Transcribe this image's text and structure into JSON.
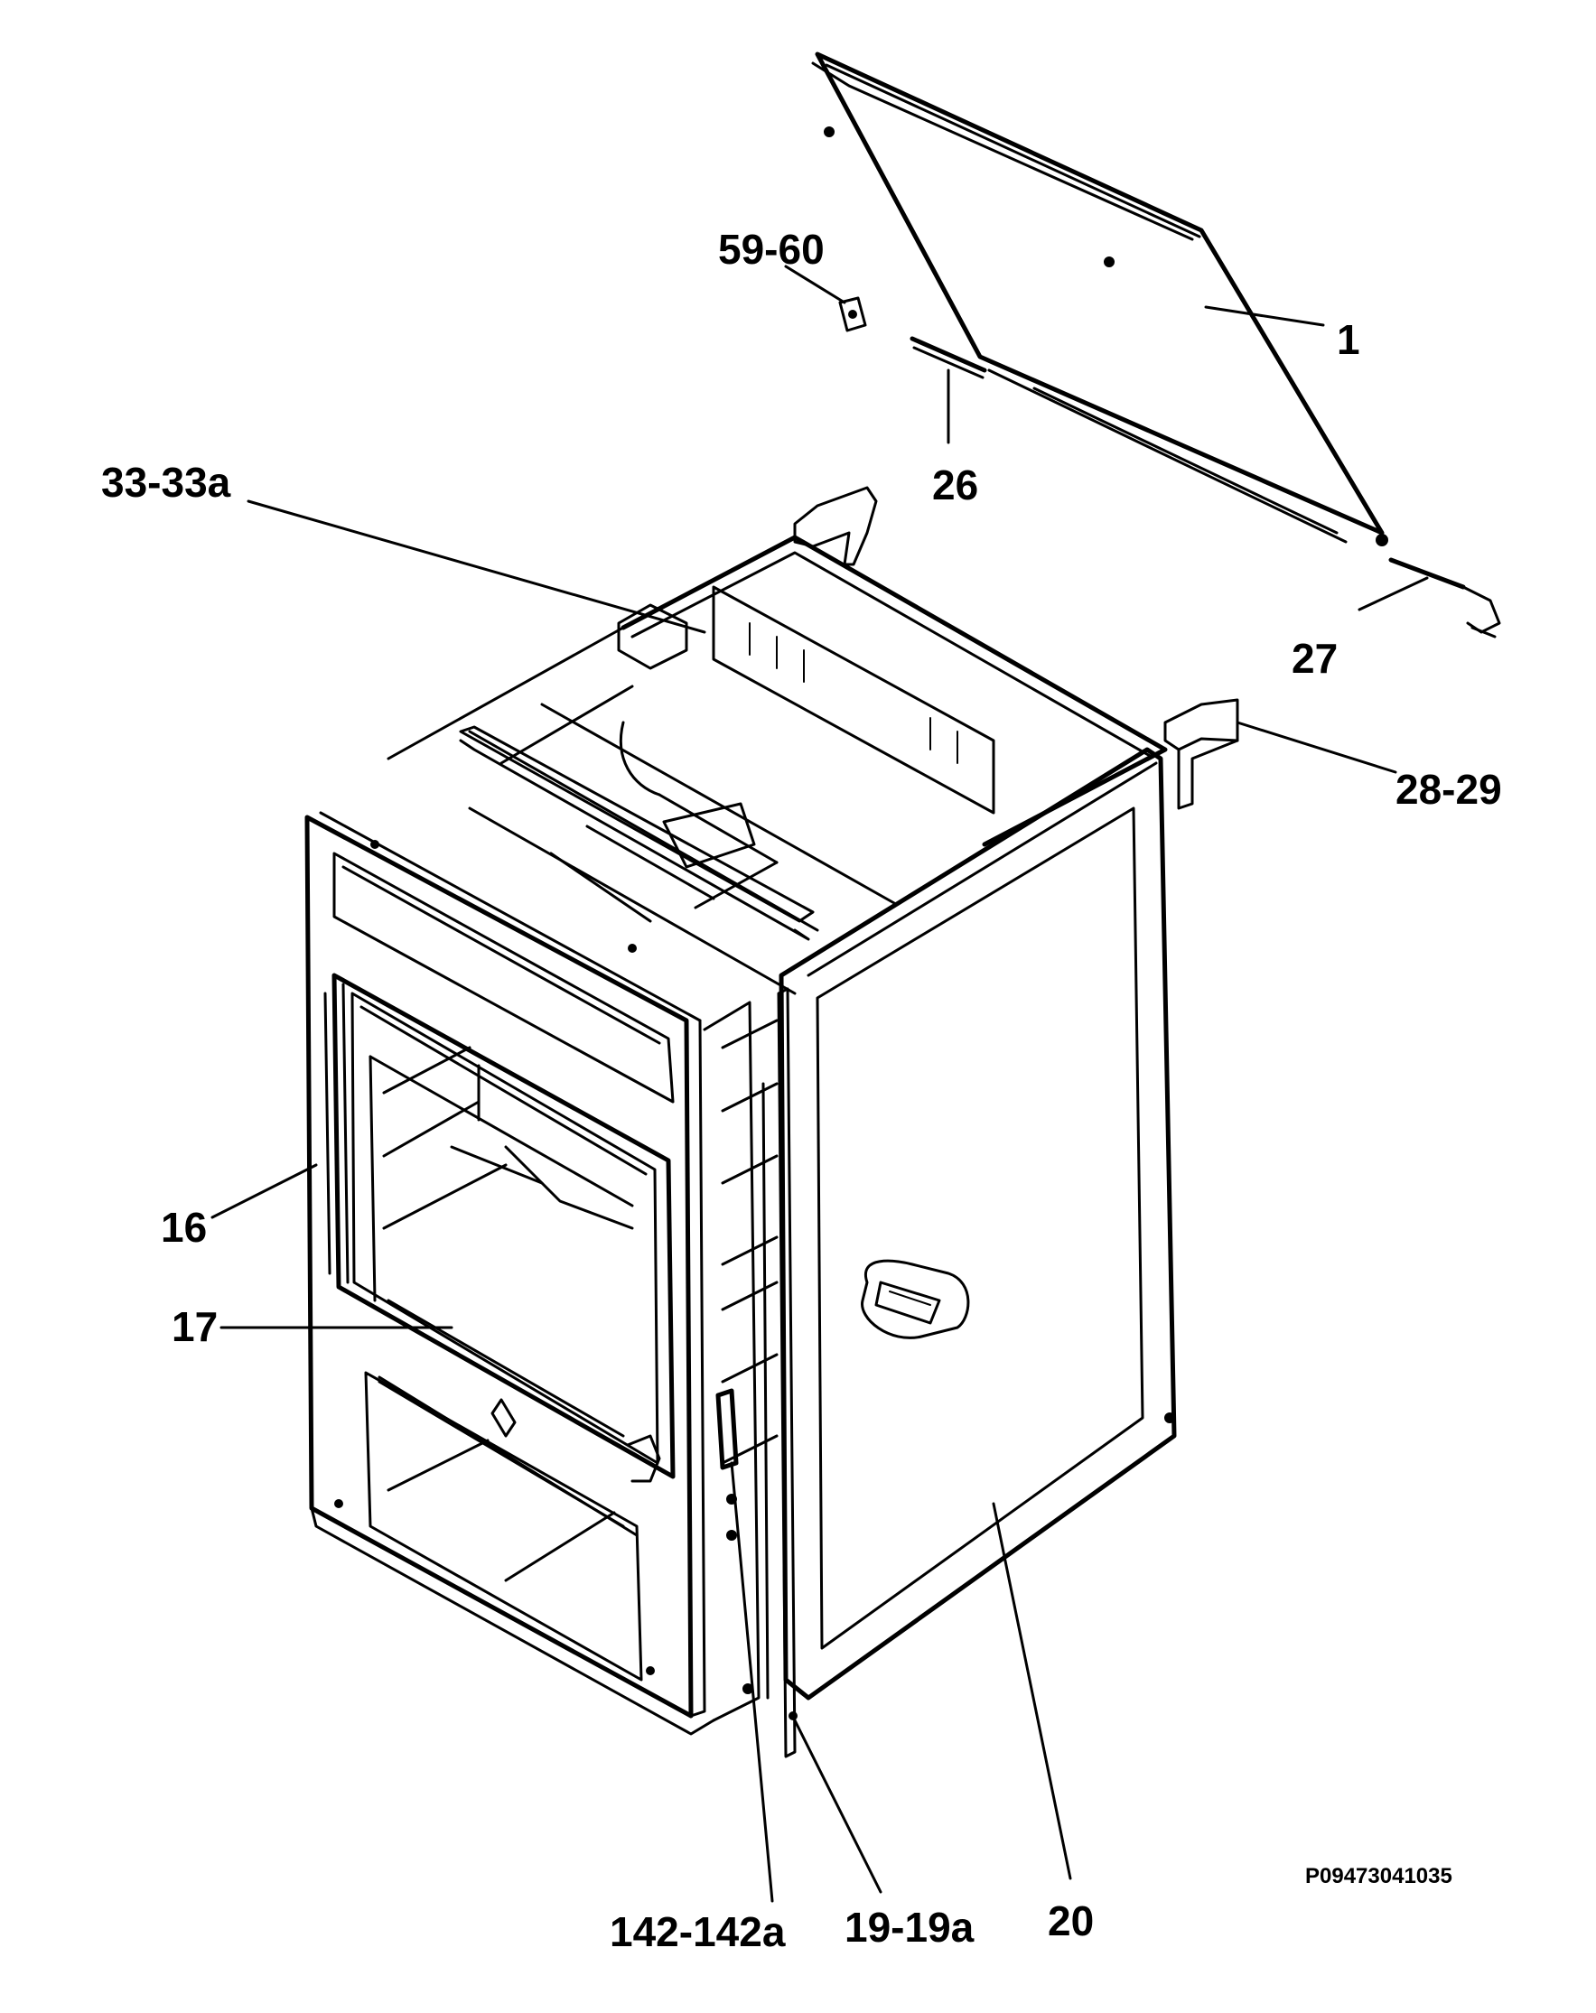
{
  "labels": {
    "part_1": "1",
    "part_16": "16",
    "part_17": "17",
    "part_19_19a": "19-19a",
    "part_20": "20",
    "part_26": "26",
    "part_27": "27",
    "part_28_29": "28-29",
    "part_33_33a": "33-33a",
    "part_59_60": "59-60",
    "part_142_142a": "142-142a"
  },
  "document_id": "P09473041035"
}
